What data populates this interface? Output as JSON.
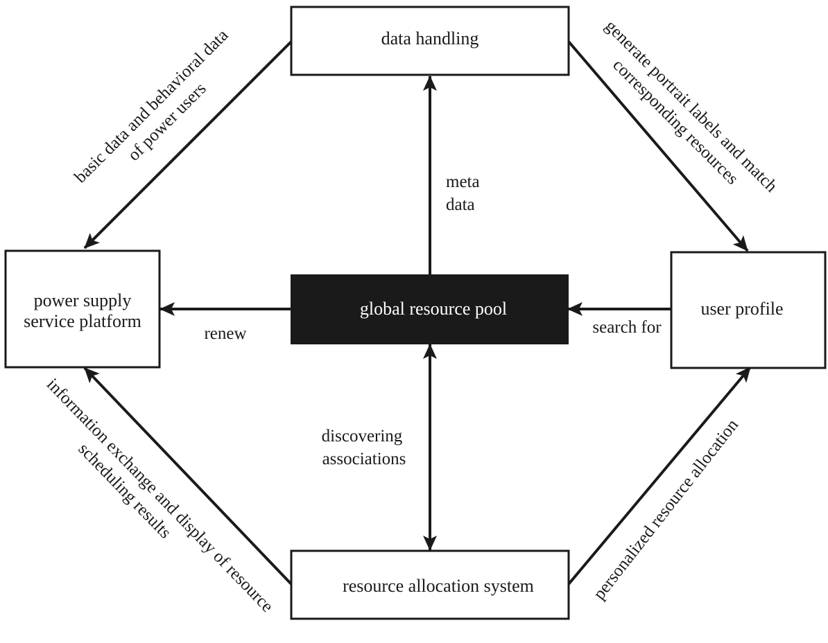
{
  "nodes": {
    "data_handling": "data handling",
    "power_supply": [
      "power supply",
      "service platform"
    ],
    "global_pool": "global resource pool",
    "user_profile": "user profile",
    "resource_allocation": "resource allocation system"
  },
  "edges": {
    "basic_data": [
      "basic data and behavioral data",
      "of power users"
    ],
    "generate_portrait": [
      "generate portrait labels and match",
      "corresponding resources"
    ],
    "meta_data": [
      "meta",
      "data"
    ],
    "renew": "renew",
    "search_for": "search for",
    "discovering": [
      "discovering",
      "associations"
    ],
    "information_exchange": [
      "information exchange and display of resource",
      "scheduling results"
    ],
    "personalized": "personalized resource allocation"
  },
  "colors": {
    "line": "#1a1a1a",
    "pool_fill": "#1a1a1a",
    "pool_text": "#ffffff",
    "box_fill": "#ffffff"
  }
}
